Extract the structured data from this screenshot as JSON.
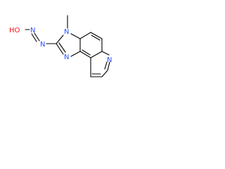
{
  "molecule": {
    "atoms": {
      "hydroxyl": "HO",
      "azo_n1": "N",
      "azo_n2": "N",
      "imidazole_n_methyl": "N",
      "imidazole_n": "N",
      "pyridine_n": "N"
    },
    "colors": {
      "bond": "#000000",
      "oxygen": "#ff0d0d",
      "nitrogen": "#3050f8"
    }
  }
}
